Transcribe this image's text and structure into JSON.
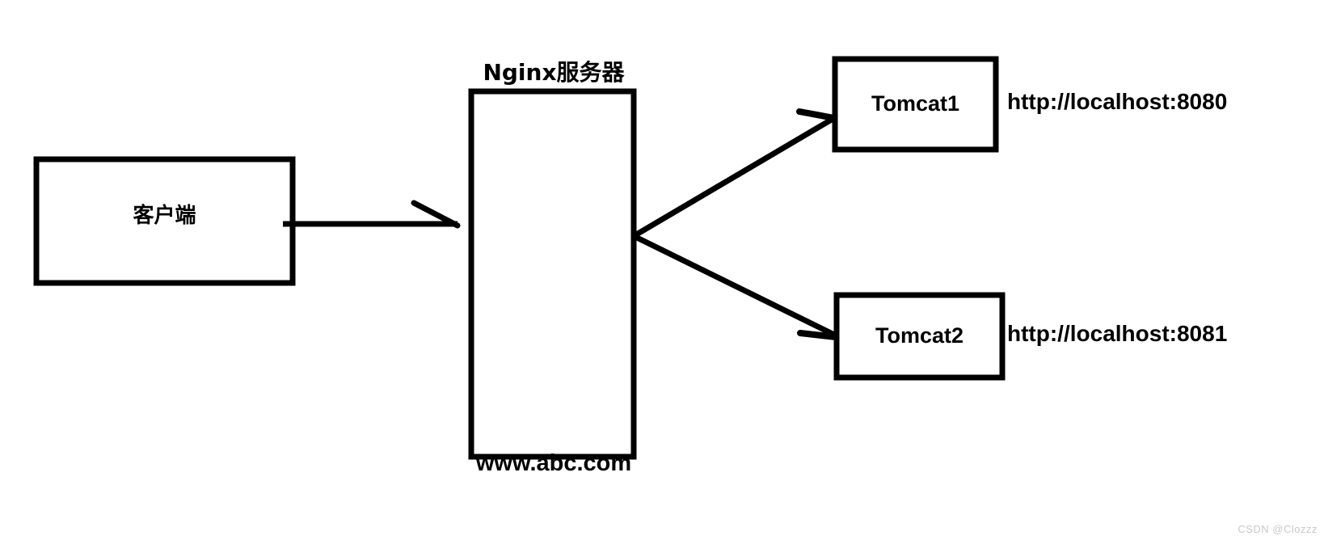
{
  "diagram": {
    "title": "Nginx load balancing / reverse proxy diagram",
    "background_color": "#ffffff",
    "stroke_color": "#000000",
    "nodes": {
      "client": {
        "label": "客户端"
      },
      "nginx": {
        "title": "Nginx服务器",
        "domain": "www.abc.com"
      },
      "tomcat1": {
        "label": "Tomcat1",
        "url": "http://localhost:8080"
      },
      "tomcat2": {
        "label": "Tomcat2",
        "url": "http://localhost:8081"
      }
    },
    "connections": [
      {
        "from": "client",
        "to": "nginx",
        "style": "arrow"
      },
      {
        "from": "nginx",
        "to": "tomcat1",
        "style": "arrow"
      },
      {
        "from": "nginx",
        "to": "tomcat2",
        "style": "arrow"
      }
    ]
  },
  "watermark": {
    "text": "CSDN @Clozzz"
  }
}
